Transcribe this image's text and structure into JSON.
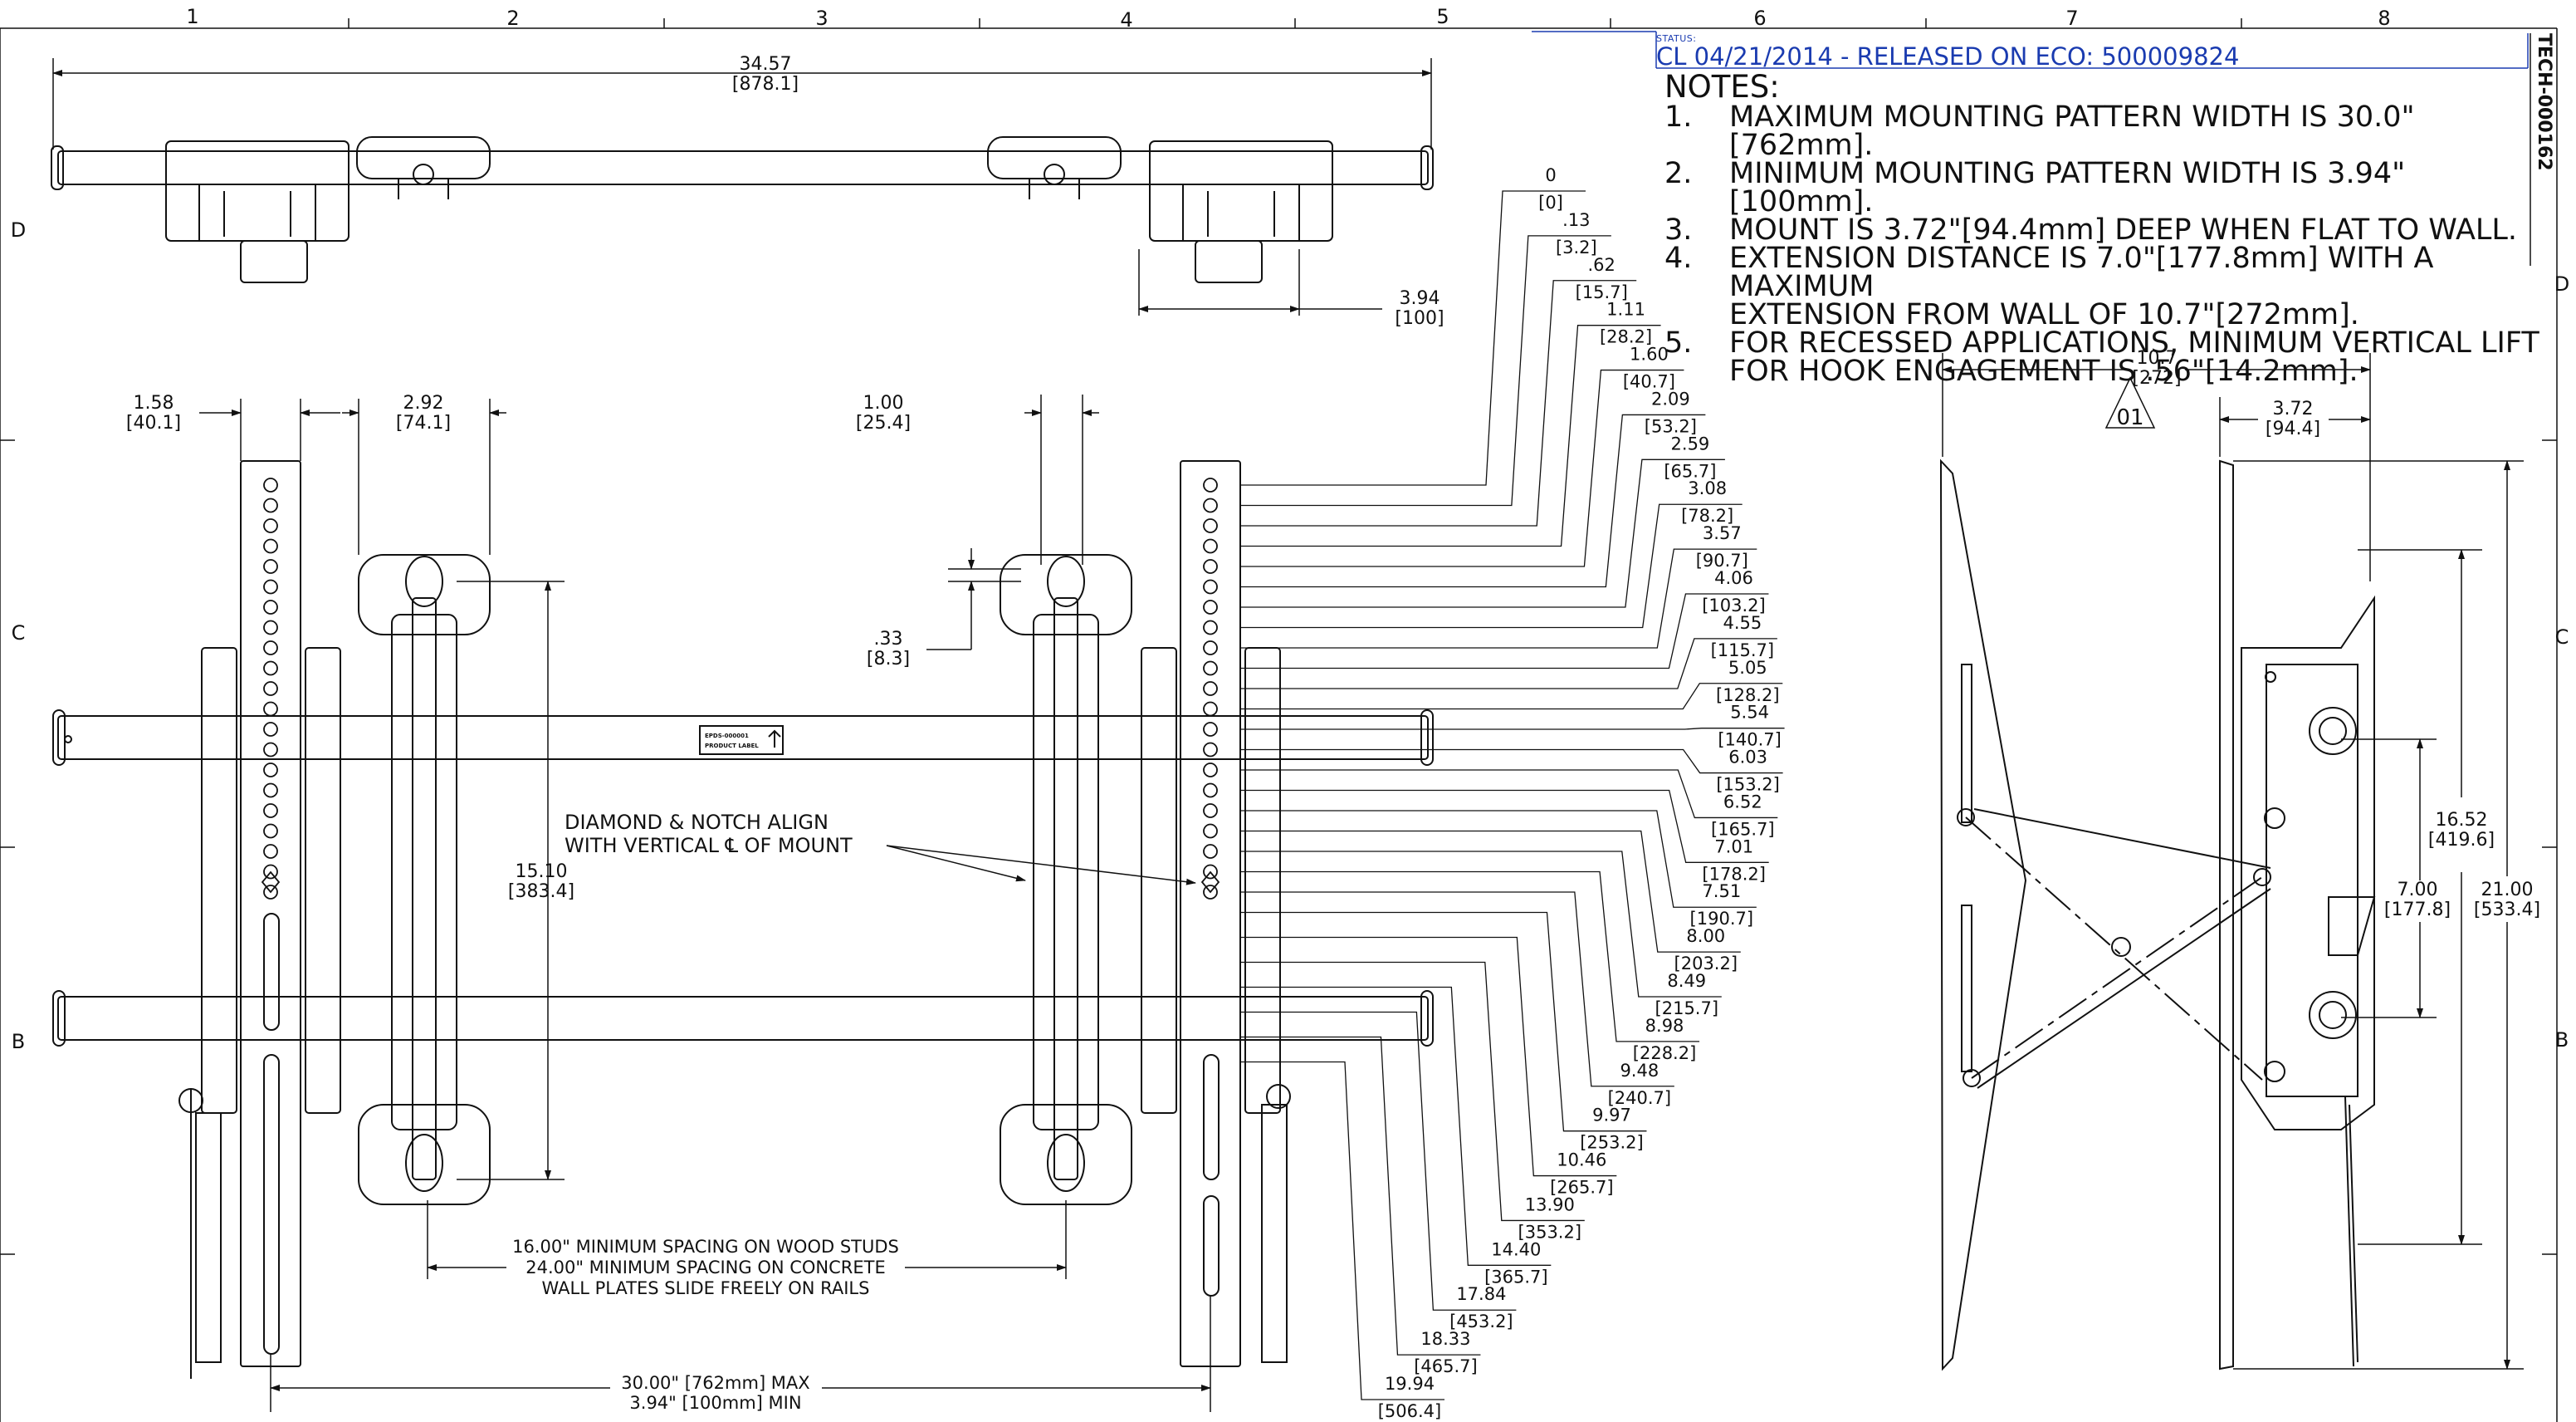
{
  "status": {
    "label": "STATUS:",
    "text": "CL 04/21/2014 - RELEASED ON ECO: 500009824"
  },
  "doc_number": "TECH-000162",
  "notes": {
    "title": "NOTES:",
    "items": [
      {
        "num": "1.",
        "text": "MAXIMUM MOUNTING PATTERN WIDTH IS 30.0\"[762mm]."
      },
      {
        "num": "2.",
        "text": "MINIMUM MOUNTING PATTERN WIDTH IS 3.94\"[100mm]."
      },
      {
        "num": "3.",
        "text": "MOUNT IS 3.72\"[94.4mm] DEEP WHEN FLAT TO WALL."
      },
      {
        "num": "4.",
        "text": "EXTENSION DISTANCE IS 7.0\"[177.8mm] WITH A MAXIMUM\nEXTENSION FROM WALL OF 10.7\"[272mm]."
      },
      {
        "num": "5.",
        "text": "FOR RECESSED APPLICATIONS, MINIMUM VERTICAL LIFT\nFOR HOOK ENGAGEMENT IS .56\"[14.2mm]."
      }
    ]
  },
  "zones": {
    "columns": [
      "1",
      "2",
      "3",
      "4",
      "5",
      "6",
      "7",
      "8"
    ],
    "rows_left": [
      "D",
      "C",
      "B"
    ],
    "rows_right": [
      "D",
      "C",
      "B"
    ]
  },
  "dims": {
    "overall_width": {
      "in": "34.57",
      "mm": "[878.1]"
    },
    "pattern_min": {
      "in": "3.94",
      "mm": "[100]"
    },
    "d158": {
      "in": "1.58",
      "mm": "[40.1]"
    },
    "d292": {
      "in": "2.92",
      "mm": "[74.1]"
    },
    "d100": {
      "in": "1.00",
      "mm": "[25.4]"
    },
    "d033": {
      "in": ".33",
      "mm": "[8.3]"
    },
    "d1510": {
      "in": "15.10",
      "mm": "[383.4]"
    },
    "ext": {
      "in": "10.7",
      "mm": "[272]"
    },
    "depth": {
      "in": "3.72",
      "mm": "[94.4]"
    },
    "d1652": {
      "in": "16.52",
      "mm": "[419.6]"
    },
    "d700": {
      "in": "7.00",
      "mm": "[177.8]"
    },
    "d2100": {
      "in": "21.00",
      "mm": "[533.4]"
    }
  },
  "note_ref": "01",
  "callouts": {
    "diamond_line1": "DIAMOND & NOTCH ALIGN",
    "diamond_line2": "WITH VERTICAL ℄ OF MOUNT",
    "spacing_line1": "16.00\" MINIMUM SPACING ON WOOD STUDS",
    "spacing_line2": "24.00\" MINIMUM SPACING ON CONCRETE",
    "spacing_line3": "WALL PLATES SLIDE FREELY ON RAILS",
    "pattern_line1": "30.00\" [762mm] MAX",
    "pattern_line2": "3.94\" [100mm] MIN",
    "product_label_line1": "EPDS-000001",
    "product_label_line2": "PRODUCT LABEL"
  },
  "hole_ladder": [
    {
      "in": "0",
      "mm": "[0]"
    },
    {
      "in": ".13",
      "mm": "[3.2]"
    },
    {
      "in": ".62",
      "mm": "[15.7]"
    },
    {
      "in": "1.11",
      "mm": "[28.2]"
    },
    {
      "in": "1.60",
      "mm": "[40.7]"
    },
    {
      "in": "2.09",
      "mm": "[53.2]"
    },
    {
      "in": "2.59",
      "mm": "[65.7]"
    },
    {
      "in": "3.08",
      "mm": "[78.2]"
    },
    {
      "in": "3.57",
      "mm": "[90.7]"
    },
    {
      "in": "4.06",
      "mm": "[103.2]"
    },
    {
      "in": "4.55",
      "mm": "[115.7]"
    },
    {
      "in": "5.05",
      "mm": "[128.2]"
    },
    {
      "in": "5.54",
      "mm": "[140.7]"
    },
    {
      "in": "6.03",
      "mm": "[153.2]"
    },
    {
      "in": "6.52",
      "mm": "[165.7]"
    },
    {
      "in": "7.01",
      "mm": "[178.2]"
    },
    {
      "in": "7.51",
      "mm": "[190.7]"
    },
    {
      "in": "8.00",
      "mm": "[203.2]"
    },
    {
      "in": "8.49",
      "mm": "[215.7]"
    },
    {
      "in": "8.98",
      "mm": "[228.2]"
    },
    {
      "in": "9.48",
      "mm": "[240.7]"
    },
    {
      "in": "9.97",
      "mm": "[253.2]"
    },
    {
      "in": "10.46",
      "mm": "[265.7]"
    },
    {
      "in": "13.90",
      "mm": "[353.2]"
    },
    {
      "in": "14.40",
      "mm": "[365.7]"
    },
    {
      "in": "17.84",
      "mm": "[453.2]"
    },
    {
      "in": "18.33",
      "mm": "[465.7]"
    },
    {
      "in": "19.94",
      "mm": "[506.4]"
    }
  ]
}
